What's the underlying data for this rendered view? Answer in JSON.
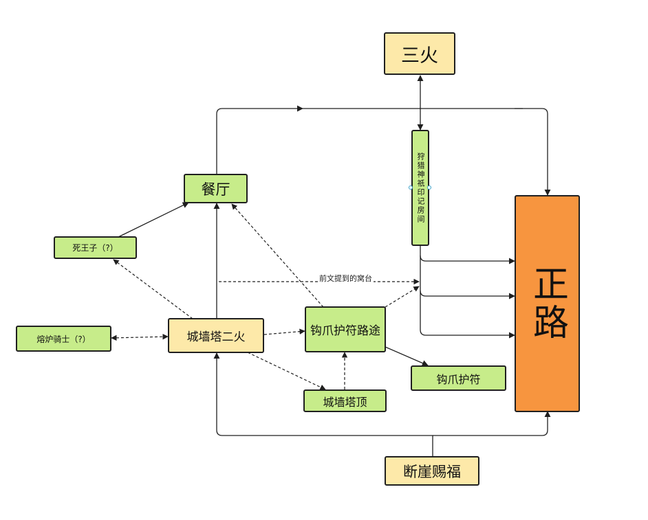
{
  "diagram": {
    "nodes": {
      "sanhuo": "三火",
      "canting": "餐厅",
      "hunting_room": "狩猎神祇印记房间",
      "zhenglu": "正路",
      "siwangzi": "死王子（?）",
      "ronglu": "熔炉骑士（?）",
      "chengqiang_erhuo": "城墙塔二火",
      "gouzhao_route": "钩爪护符路途",
      "gouzhao_amulet": "钩爪护符",
      "chengqiang_top": "城墙塔顶",
      "duanya": "断崖赐福"
    },
    "edge_labels": {
      "ledge": "前文提到的窝台"
    },
    "colors": {
      "green": "#c7ec8a",
      "yellow": "#fde9a9",
      "orange": "#f7953f",
      "line": "#1f1f1f"
    }
  }
}
